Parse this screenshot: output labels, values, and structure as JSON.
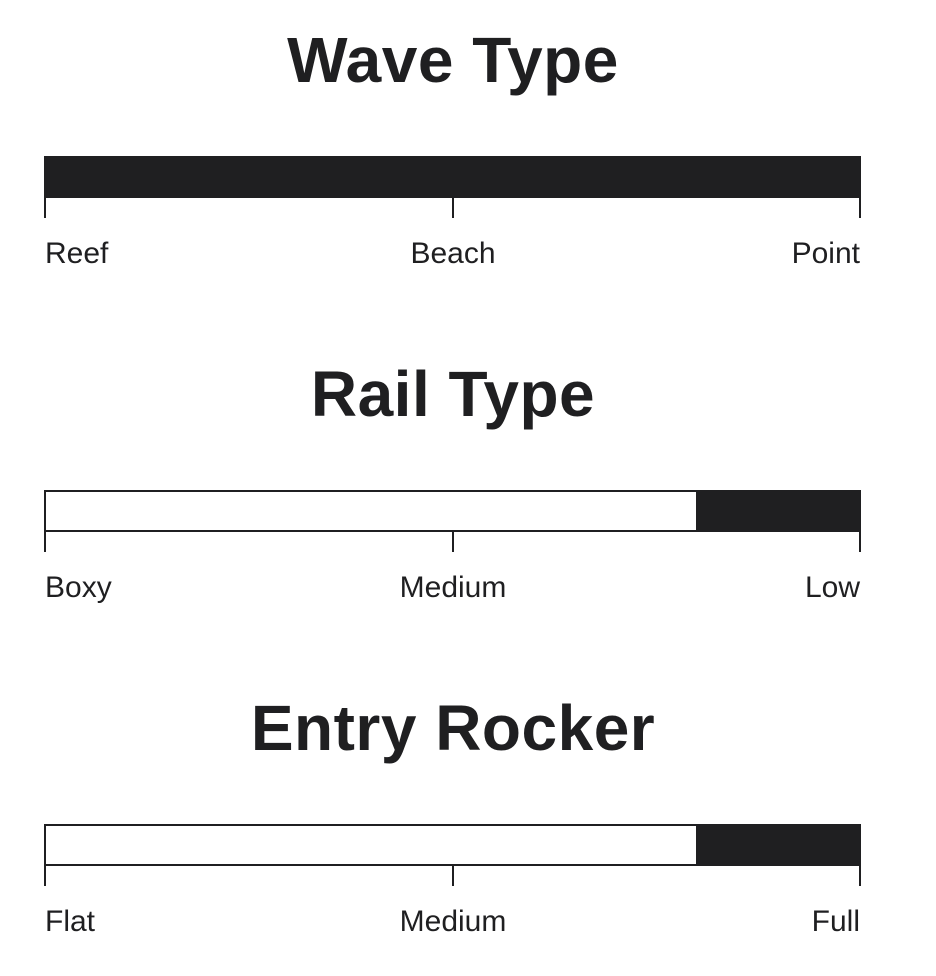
{
  "colors": {
    "ink": "#1f1f21",
    "background": "#ffffff"
  },
  "scales": [
    {
      "title": "Wave Type",
      "labels": {
        "left": "Reef",
        "middle": "Beach",
        "right": "Point"
      },
      "filled_from": 0.0,
      "filled_to": 1.0
    },
    {
      "title": "Rail Type",
      "labels": {
        "left": "Boxy",
        "middle": "Medium",
        "right": "Low"
      },
      "filled_from": 0.8,
      "filled_to": 1.0
    },
    {
      "title": "Entry Rocker",
      "labels": {
        "left": "Flat",
        "middle": "Medium",
        "right": "Full"
      },
      "filled_from": 0.8,
      "filled_to": 1.0
    }
  ]
}
